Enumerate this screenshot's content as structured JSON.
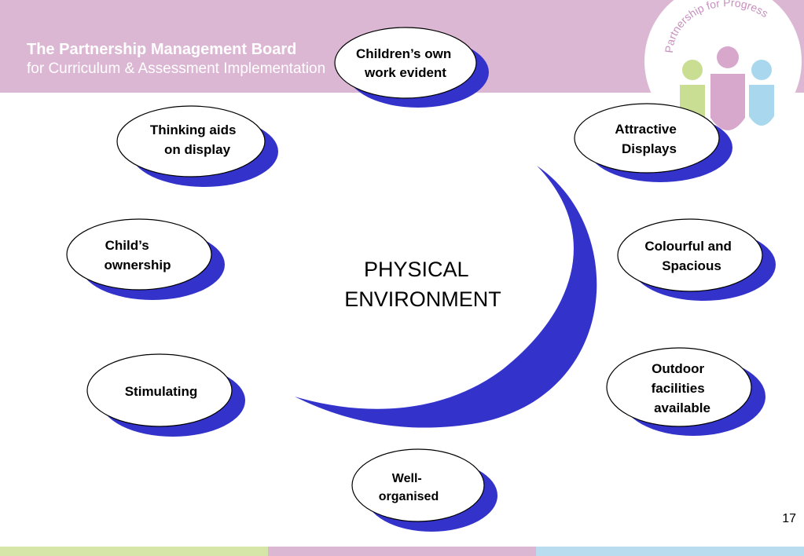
{
  "header": {
    "title": "The Partnership Management Board",
    "subtitle": "for Curriculum & Assessment Implementation"
  },
  "logo": {
    "text": "Partnership for Progress",
    "icon": "three-people-figures-icon",
    "colors": [
      "#c9dd93",
      "#d7a8cc",
      "#a9d8ee"
    ]
  },
  "center": {
    "lines": [
      "PHYSICAL",
      "ENVIRONMENT"
    ]
  },
  "nodes": [
    {
      "id": "childrens-own-work",
      "lines": [
        "Children’s own",
        "work evident"
      ]
    },
    {
      "id": "attractive-displays",
      "lines": [
        "Attractive",
        "Displays"
      ]
    },
    {
      "id": "colourful-spacious",
      "lines": [
        "Colourful and",
        "Spacious"
      ]
    },
    {
      "id": "outdoor-facilities",
      "lines": [
        "Outdoor",
        "facilities",
        "available"
      ]
    },
    {
      "id": "well-organised",
      "lines": [
        "Well-",
        "organised"
      ]
    },
    {
      "id": "stimulating",
      "lines": [
        "Stimulating"
      ]
    },
    {
      "id": "childs-ownership",
      "lines": [
        "Child’s",
        "ownership"
      ]
    },
    {
      "id": "thinking-aids",
      "lines": [
        "Thinking aids",
        "on display"
      ]
    }
  ],
  "page_number": "17",
  "colors": {
    "header_band": "#dcb7d3",
    "arc": "#3333cc",
    "node_shadow": "#3333cc",
    "footer": [
      "#d6e5a8",
      "#dcb7d3",
      "#b9dcee"
    ]
  }
}
